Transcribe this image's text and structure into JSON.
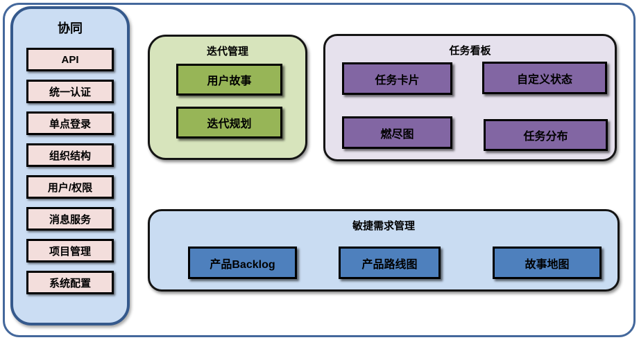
{
  "colors": {
    "outer_frame_border": "#44689C",
    "sidebar_fill": "#CBDDF3",
    "sidebar_border": "#35598C",
    "sidebar_item_fill": "#F3DEDC",
    "iteration_group_fill": "#D7E4BC",
    "iteration_node_fill": "#97B557",
    "kanban_group_fill": "#E6E1ED",
    "kanban_node_fill": "#8266A3",
    "agile_group_fill": "#C9DCF2",
    "agile_node_fill": "#4E80BD",
    "node_border": "#000000",
    "text": "#000000"
  },
  "sidebar": {
    "title": "协同",
    "items": [
      {
        "label": "API"
      },
      {
        "label": "统一认证"
      },
      {
        "label": "单点登录"
      },
      {
        "label": "组织结构"
      },
      {
        "label": "用户/权限"
      },
      {
        "label": "消息服务"
      },
      {
        "label": "项目管理"
      },
      {
        "label": "系统配置"
      }
    ]
  },
  "groups": {
    "iteration": {
      "title": "迭代管理",
      "items": [
        {
          "label": "用户故事"
        },
        {
          "label": "迭代规划"
        }
      ]
    },
    "kanban": {
      "title": "任务看板",
      "items": [
        {
          "label": "任务卡片"
        },
        {
          "label": "自定义状态"
        },
        {
          "label": "燃尽图"
        },
        {
          "label": "任务分布"
        }
      ]
    },
    "agile": {
      "title": "敏捷需求管理",
      "items": [
        {
          "label": "产品Backlog"
        },
        {
          "label": "产品路线图"
        },
        {
          "label": "故事地图"
        }
      ]
    }
  }
}
